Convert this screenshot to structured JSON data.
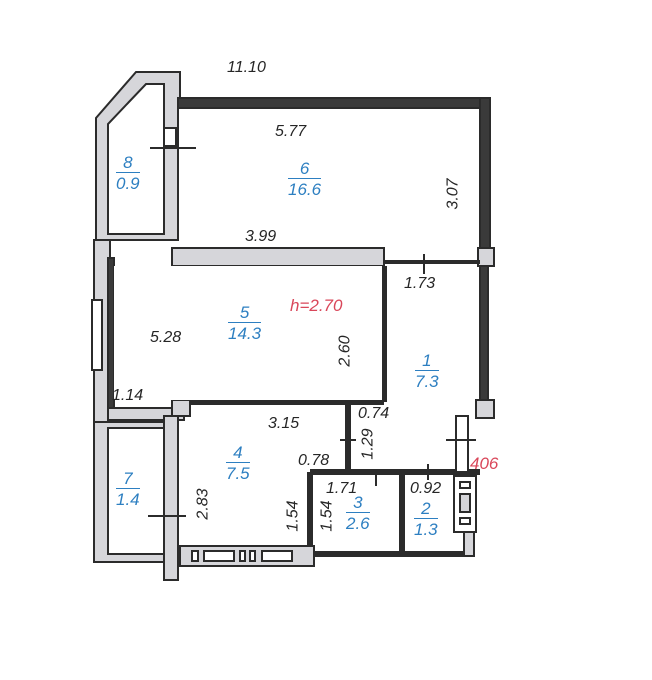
{
  "plan": {
    "overall_width": "11.10",
    "ceiling_height": "h=2.70",
    "apartment_number": "406",
    "colors": {
      "wall": "#2b2b2b",
      "wall_fill": "#d6d6da",
      "room_label": "#2d7fc1",
      "accent_red": "#d9475a",
      "dimension": "#262626"
    },
    "rooms": [
      {
        "id": "1",
        "area": "7.3"
      },
      {
        "id": "2",
        "area": "1.3"
      },
      {
        "id": "3",
        "area": "2.6"
      },
      {
        "id": "4",
        "area": "7.5"
      },
      {
        "id": "5",
        "area": "14.3"
      },
      {
        "id": "6",
        "area": "16.6"
      },
      {
        "id": "7",
        "area": "1.4"
      },
      {
        "id": "8",
        "area": "0.9"
      }
    ],
    "dimensions": {
      "room6_width": "5.77",
      "room6_depth": "3.07",
      "wall_3_99": "3.99",
      "hall_1_73": "1.73",
      "room5_depth": "5.28",
      "room5_2_60": "2.60",
      "room5_1_14": "1.14",
      "room4_width": "3.15",
      "room4_0_78": "0.78",
      "room4_depth": "2.83",
      "room4_1_54": "1.54",
      "hall_0_74": "0.74",
      "hall_1_29": "1.29",
      "room3_width": "1.71",
      "room3_depth": "1.54",
      "room2_width": "0.92"
    }
  }
}
